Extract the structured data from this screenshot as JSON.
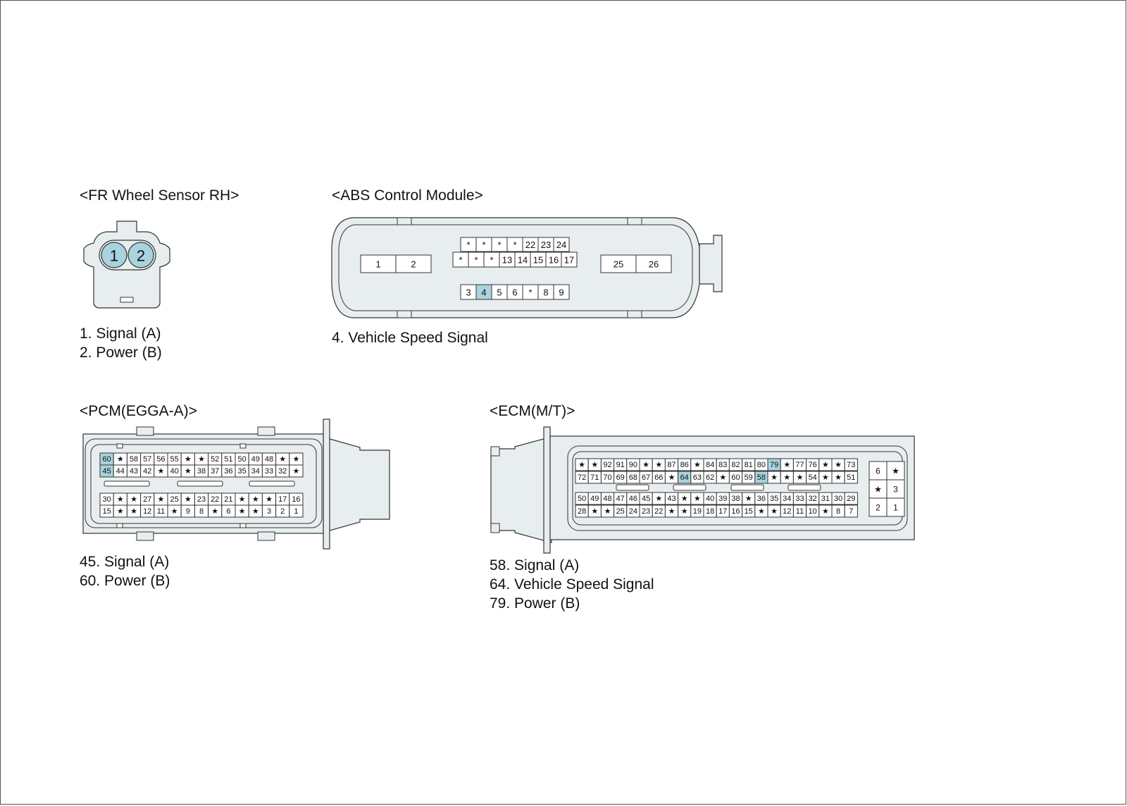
{
  "colors": {
    "housing_fill": "#e8eeef",
    "highlight": "#a9d3de",
    "outline": "#333333"
  },
  "fr_sensor": {
    "title": "<FR Wheel Sensor RH>",
    "pins": [
      "1",
      "2"
    ],
    "highlight": [
      "1",
      "2"
    ],
    "descriptions": [
      "1. Signal (A)",
      "2. Power (B)"
    ]
  },
  "abs": {
    "title": "<ABS Control Module>",
    "left_pins": [
      "1",
      "2"
    ],
    "row_top": [
      "*",
      "*",
      "*",
      "*",
      "22",
      "23",
      "24"
    ],
    "row_mid": [
      "*",
      "*",
      "*",
      "13",
      "14",
      "15",
      "16",
      "17"
    ],
    "right_pins": [
      "25",
      "26"
    ],
    "row_bottom": [
      "3",
      "4",
      "5",
      "6",
      "*",
      "8",
      "9"
    ],
    "highlight": [
      "4"
    ],
    "descriptions": [
      "4. Vehicle Speed Signal"
    ]
  },
  "pcm": {
    "title": "<PCM(EGGA-A)>",
    "row1": [
      "60",
      "★",
      "58",
      "57",
      "56",
      "55",
      "★",
      "★",
      "52",
      "51",
      "50",
      "49",
      "48",
      "★",
      "★"
    ],
    "row2": [
      "45",
      "44",
      "43",
      "42",
      "★",
      "40",
      "★",
      "38",
      "37",
      "36",
      "35",
      "34",
      "33",
      "32",
      "★"
    ],
    "row3": [
      "30",
      "★",
      "★",
      "27",
      "★",
      "25",
      "★",
      "23",
      "22",
      "21",
      "★",
      "★",
      "★",
      "17",
      "16"
    ],
    "row4": [
      "15",
      "★",
      "★",
      "12",
      "11",
      "★",
      "9",
      "8",
      "★",
      "6",
      "★",
      "★",
      "3",
      "2",
      "1"
    ],
    "highlight": [
      "60",
      "45"
    ],
    "descriptions": [
      "45. Signal (A)",
      "60. Power (B)"
    ]
  },
  "ecm": {
    "title": "<ECM(M/T)>",
    "row1": [
      "★",
      "★",
      "92",
      "91",
      "90",
      "★",
      "★",
      "87",
      "86",
      "★",
      "84",
      "83",
      "82",
      "81",
      "80",
      "79",
      "★",
      "77",
      "76",
      "★",
      "★",
      "73"
    ],
    "row2": [
      "72",
      "71",
      "70",
      "69",
      "68",
      "67",
      "66",
      "★",
      "64",
      "63",
      "62",
      "★",
      "60",
      "59",
      "58",
      "★",
      "★",
      "★",
      "54",
      "★",
      "★",
      "51"
    ],
    "row3": [
      "50",
      "49",
      "48",
      "47",
      "46",
      "45",
      "★",
      "43",
      "★",
      "★",
      "40",
      "39",
      "38",
      "★",
      "36",
      "35",
      "34",
      "33",
      "32",
      "31",
      "30",
      "29"
    ],
    "row4": [
      "28",
      "★",
      "★",
      "25",
      "24",
      "23",
      "22",
      "★",
      "★",
      "19",
      "18",
      "17",
      "16",
      "15",
      "★",
      "★",
      "12",
      "11",
      "10",
      "★",
      "8",
      "7"
    ],
    "side_block": [
      [
        "6",
        "★"
      ],
      [
        "★",
        "3"
      ],
      [
        "2",
        "1"
      ]
    ],
    "highlight": [
      "79",
      "64",
      "58"
    ],
    "descriptions": [
      "58. Signal (A)",
      "64. Vehicle Speed Signal",
      "79. Power (B)"
    ]
  }
}
